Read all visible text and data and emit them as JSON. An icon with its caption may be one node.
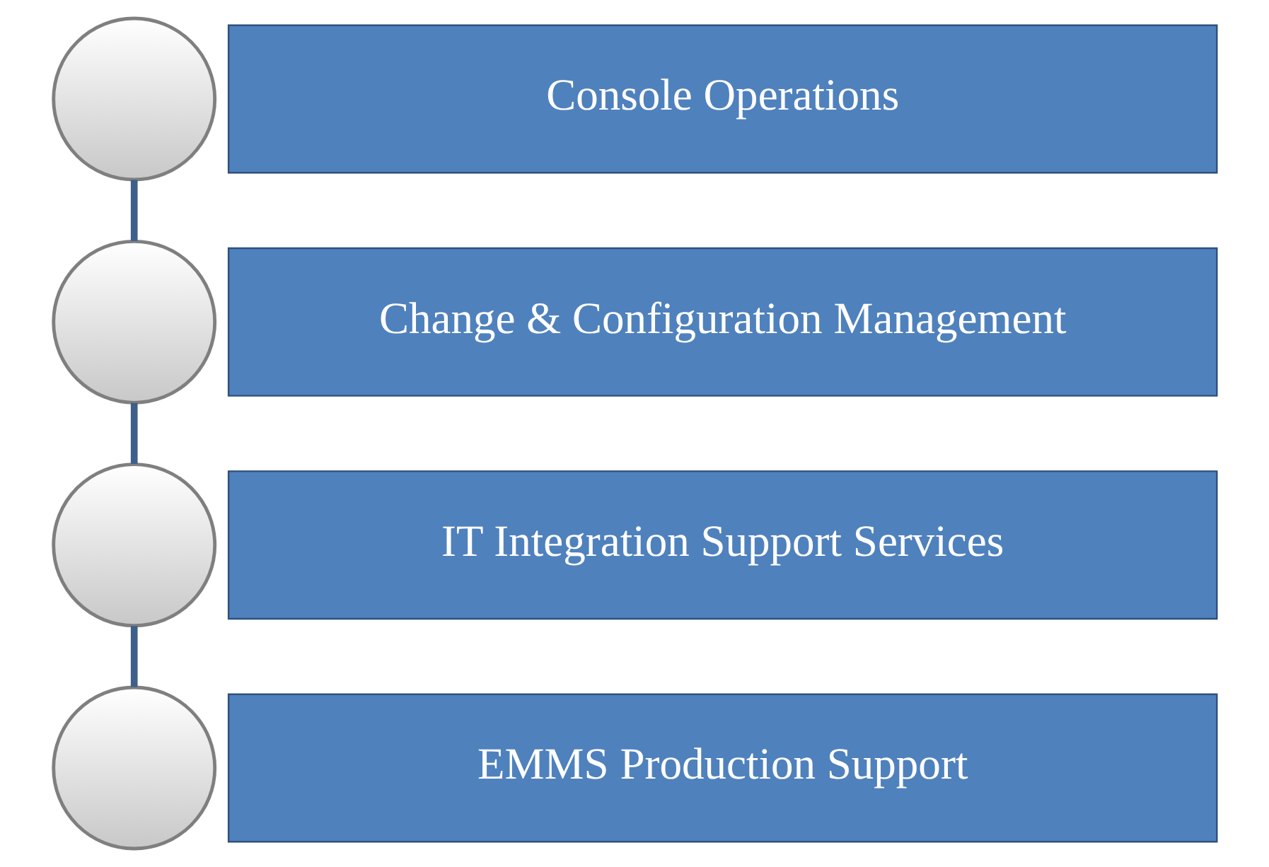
{
  "diagram": {
    "nodes": [
      {
        "text": [],
        "shape": "circle"
      },
      {
        "text": [
          "Console Operations"
        ]
      },
      {
        "text": [],
        "shape": "circle"
      },
      {
        "text": [
          "Change & Configuration Management"
        ]
      },
      {
        "text": [],
        "shape": "circle"
      },
      {
        "text": [
          "IT Integration Support Services"
        ]
      },
      {
        "text": [],
        "shape": "circle"
      },
      {
        "text": [
          "EMMS Production Support"
        ]
      }
    ],
    "edges": [
      {
        "from": 0,
        "to": 2,
        "arrow": "none"
      },
      {
        "from": 2,
        "to": 4,
        "arrow": "none"
      },
      {
        "from": 4,
        "to": 6,
        "arrow": "none"
      }
    ]
  }
}
